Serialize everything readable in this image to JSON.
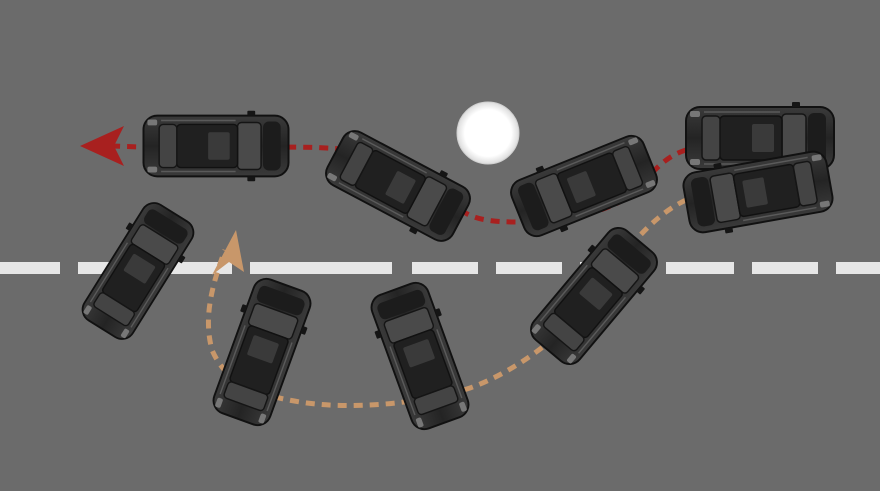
{
  "diagram": {
    "colors": {
      "road": "#6b6b6b",
      "lane_marking": "#e6e6e6",
      "red_path": "#a8201f",
      "tan_path": "#c8976a",
      "car_body": "#2b2b2b",
      "car_roof": "#1a1a1a",
      "glass": "#3c3c3c",
      "obstacle": "#ffffff"
    },
    "icons": {
      "obstacle": "white-circle",
      "vehicle": "car-top-view",
      "arrow": "arrowhead"
    }
  }
}
